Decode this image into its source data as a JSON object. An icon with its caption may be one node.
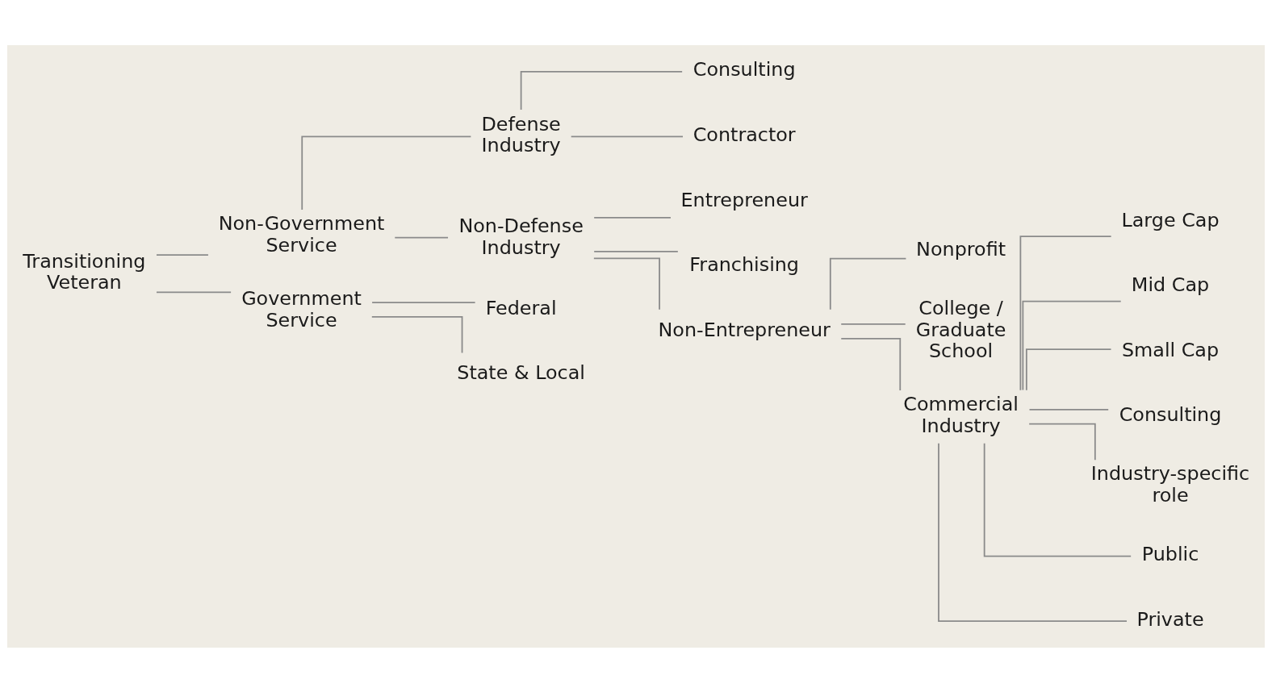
{
  "diagram": {
    "nodes": [
      {
        "text": [
          "Transitioning Veteran"
        ]
      },
      {
        "text": [
          "Non-Government Service"
        ]
      },
      {
        "text": [
          "Government Service"
        ]
      },
      {
        "text": [
          "Defense Industry"
        ]
      },
      {
        "text": [
          "Non-Defense Industry"
        ]
      },
      {
        "text": [
          "Federal"
        ]
      },
      {
        "text": [
          "State & Local"
        ]
      },
      {
        "text": [
          "Consulting"
        ]
      },
      {
        "text": [
          "Contractor"
        ]
      },
      {
        "text": [
          "Entrepreneur"
        ]
      },
      {
        "text": [
          "Franchising"
        ]
      },
      {
        "text": [
          "Non-Entrepreneur"
        ]
      },
      {
        "text": [
          "Nonprofit"
        ]
      },
      {
        "text": [
          "College / Graduate School"
        ]
      },
      {
        "text": [
          "Commercial Industry"
        ]
      },
      {
        "text": [
          "Large Cap"
        ]
      },
      {
        "text": [
          "Mid Cap"
        ]
      },
      {
        "text": [
          "Small Cap"
        ]
      },
      {
        "text": [
          "Consulting"
        ]
      },
      {
        "text": [
          "Industry-specific role"
        ]
      },
      {
        "text": [
          "Public"
        ]
      },
      {
        "text": [
          "Private"
        ]
      }
    ],
    "edges": [
      {
        "from": 0,
        "to": 1,
        "arrow": "none"
      },
      {
        "from": 0,
        "to": 2,
        "arrow": "none"
      },
      {
        "from": 1,
        "to": 3,
        "arrow": "none"
      },
      {
        "from": 1,
        "to": 4,
        "arrow": "none"
      },
      {
        "from": 2,
        "to": 5,
        "arrow": "none"
      },
      {
        "from": 2,
        "to": 6,
        "arrow": "none"
      },
      {
        "from": 3,
        "to": 7,
        "arrow": "none"
      },
      {
        "from": 3,
        "to": 8,
        "arrow": "none"
      },
      {
        "from": 4,
        "to": 9,
        "arrow": "none"
      },
      {
        "from": 4,
        "to": 10,
        "arrow": "none"
      },
      {
        "from": 4,
        "to": 11,
        "arrow": "none"
      },
      {
        "from": 11,
        "to": 12,
        "arrow": "none"
      },
      {
        "from": 11,
        "to": 13,
        "arrow": "none"
      },
      {
        "from": 11,
        "to": 14,
        "arrow": "none"
      },
      {
        "from": 14,
        "to": 15,
        "arrow": "none"
      },
      {
        "from": 14,
        "to": 16,
        "arrow": "none"
      },
      {
        "from": 14,
        "to": 17,
        "arrow": "none"
      },
      {
        "from": 14,
        "to": 18,
        "arrow": "none"
      },
      {
        "from": 14,
        "to": 19,
        "arrow": "none"
      },
      {
        "from": 14,
        "to": 20,
        "arrow": "none"
      },
      {
        "from": 14,
        "to": 21,
        "arrow": "none"
      }
    ]
  }
}
